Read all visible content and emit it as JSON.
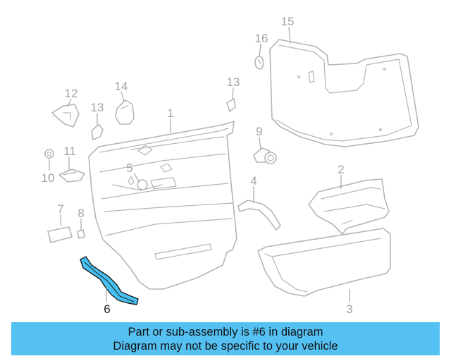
{
  "diagram": {
    "callouts": [
      {
        "id": "1",
        "text": "1"
      },
      {
        "id": "2",
        "text": "2"
      },
      {
        "id": "3",
        "text": "3"
      },
      {
        "id": "4",
        "text": "4"
      },
      {
        "id": "5",
        "text": "5"
      },
      {
        "id": "6",
        "text": "6"
      },
      {
        "id": "7",
        "text": "7"
      },
      {
        "id": "8",
        "text": "8"
      },
      {
        "id": "9",
        "text": "9"
      },
      {
        "id": "10",
        "text": "10"
      },
      {
        "id": "11",
        "text": "11"
      },
      {
        "id": "12",
        "text": "12"
      },
      {
        "id": "13a",
        "text": "13"
      },
      {
        "id": "13b",
        "text": "13"
      },
      {
        "id": "14",
        "text": "14"
      },
      {
        "id": "15",
        "text": "15"
      },
      {
        "id": "16",
        "text": "16"
      }
    ],
    "highlighted_part": "6",
    "colors": {
      "highlight": "#46bff2",
      "banner": "#55c1f3",
      "line_art": "#b5b5b5",
      "active_label": "#1a1a1a"
    }
  },
  "banner": {
    "line1": "Part or sub-assembly is #6 in diagram",
    "line2": "Diagram may not be specific to your vehicle"
  }
}
